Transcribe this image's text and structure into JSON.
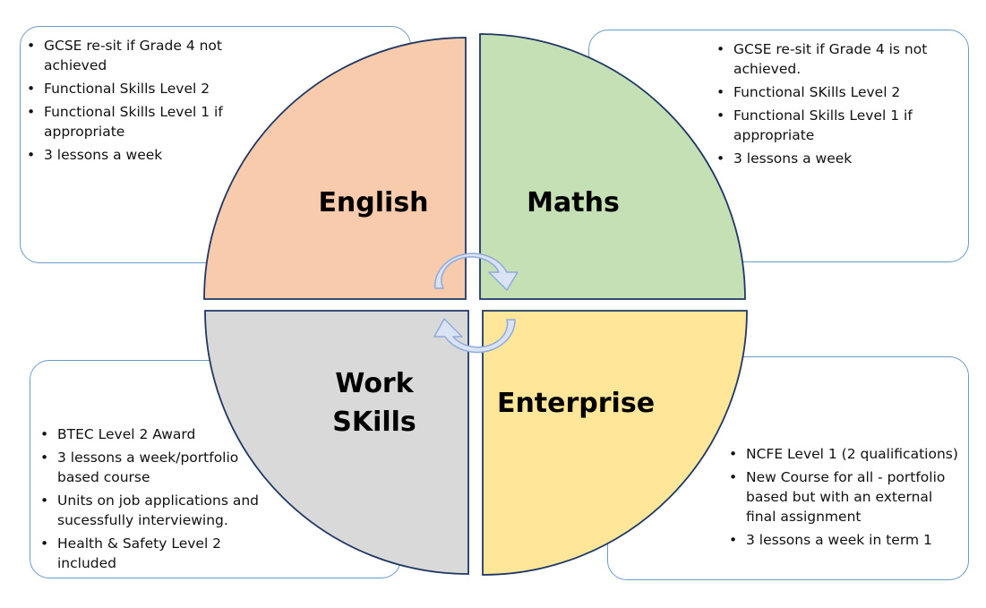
{
  "quadrants": {
    "english": {
      "label": "English",
      "color": "#f8cbad",
      "points": [
        "GCSE re-sit if Grade 4 not achieved",
        "Functional Skills Level 2",
        "Functional Skills Level 1 if appropriate",
        "3 lessons a week"
      ]
    },
    "maths": {
      "label": "Maths",
      "color": "#c5e0b4",
      "points": [
        "GCSE re-sit if Grade 4 is not achieved.",
        "Functional SKills Level 2",
        "Functional Skills Level 1 if appropriate",
        "3 lessons a week"
      ]
    },
    "work_skills": {
      "label_line1": "Work",
      "label_line2": "SKills",
      "color": "#d9d9d9",
      "points": [
        "BTEC Level 2 Award",
        "3 lessons a week/portfolio based course",
        "Units on job applications and sucessfully interviewing.",
        "Health & Safety Level 2 included"
      ]
    },
    "enterprise": {
      "label": "Enterprise",
      "color": "#ffe699",
      "points": [
        "NCFE Level 1 (2 qualifications)",
        "New Course for all - portfolio based but with an external final assignment",
        "3 lessons a week in term 1"
      ]
    }
  },
  "colors": {
    "outline": "#1f3864",
    "box_border": "#6b9bc8",
    "cycle_arrow_fill": "#dae3f3",
    "cycle_arrow_stroke": "#8faadc"
  }
}
